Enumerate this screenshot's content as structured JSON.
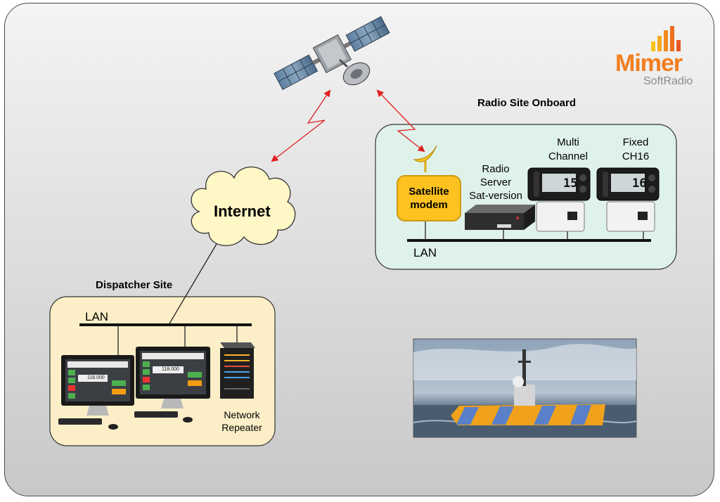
{
  "title_radio_site": "Radio Site Onboard",
  "title_dispatcher_site": "Dispatcher Site",
  "cloud_label": "Internet",
  "sat_modem_label_line1": "Satellite",
  "sat_modem_label_line2": "modem",
  "radio_server_line1": "Radio",
  "radio_server_line2": "Server",
  "radio_server_line3": "Sat-version",
  "multi_channel_line1": "Multi",
  "multi_channel_line2": "Channel",
  "fixed_line1": "Fixed",
  "fixed_line2": "CH16",
  "radio1_display": "15",
  "radio2_display": "16",
  "lan_onboard": "LAN",
  "lan_dispatcher": "LAN",
  "repeater_line1": "Network",
  "repeater_line2": "Repeater",
  "screen_readout": "118.000",
  "logo": {
    "word": "Mimer",
    "sub": "SoftRadio"
  },
  "colors": {
    "onboard_fill": "#dff2ea",
    "dispatcher_fill": "#fcefc7",
    "modem_fill": "#fdc21f",
    "link_red": "#e02020",
    "logo_orange": "#f27e1e"
  }
}
